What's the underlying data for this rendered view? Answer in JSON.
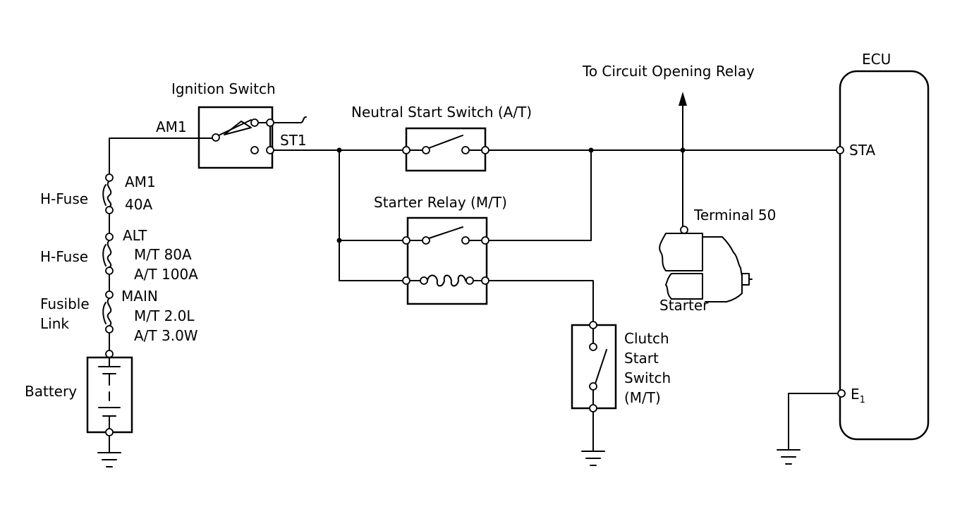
{
  "labels": {
    "ignition_switch": "Ignition Switch",
    "am1_top": "AM1",
    "st1": "ST1",
    "neutral_start_switch": "Neutral Start Switch (A/T)",
    "starter_relay": "Starter Relay (M/T)",
    "to_circuit_opening_relay": "To Circuit Opening Relay",
    "ecu": "ECU",
    "sta": "STA",
    "e1_main": "E",
    "e1_sub": "1",
    "terminal_50": "Terminal 50",
    "starter": "Starter",
    "clutch_line1": "Clutch",
    "clutch_line2": "Start",
    "clutch_line3": "Switch",
    "clutch_line4": "(M/T)",
    "h_fuse_1": "H-Fuse",
    "h_fuse_2": "H-Fuse",
    "fuse1_name": "AM1",
    "fuse1_rating": "40A",
    "fuse2_name": "ALT",
    "fuse2_rating_mt": "M/T 80A",
    "fuse2_rating_at": "A/T 100A",
    "fusible_link_line1": "Fusible",
    "fusible_link_line2": "Link",
    "fuse3_name": "MAIN",
    "fuse3_rating_mt": "M/T 2.0L",
    "fuse3_rating_at": "A/T 3.0W",
    "battery": "Battery"
  }
}
